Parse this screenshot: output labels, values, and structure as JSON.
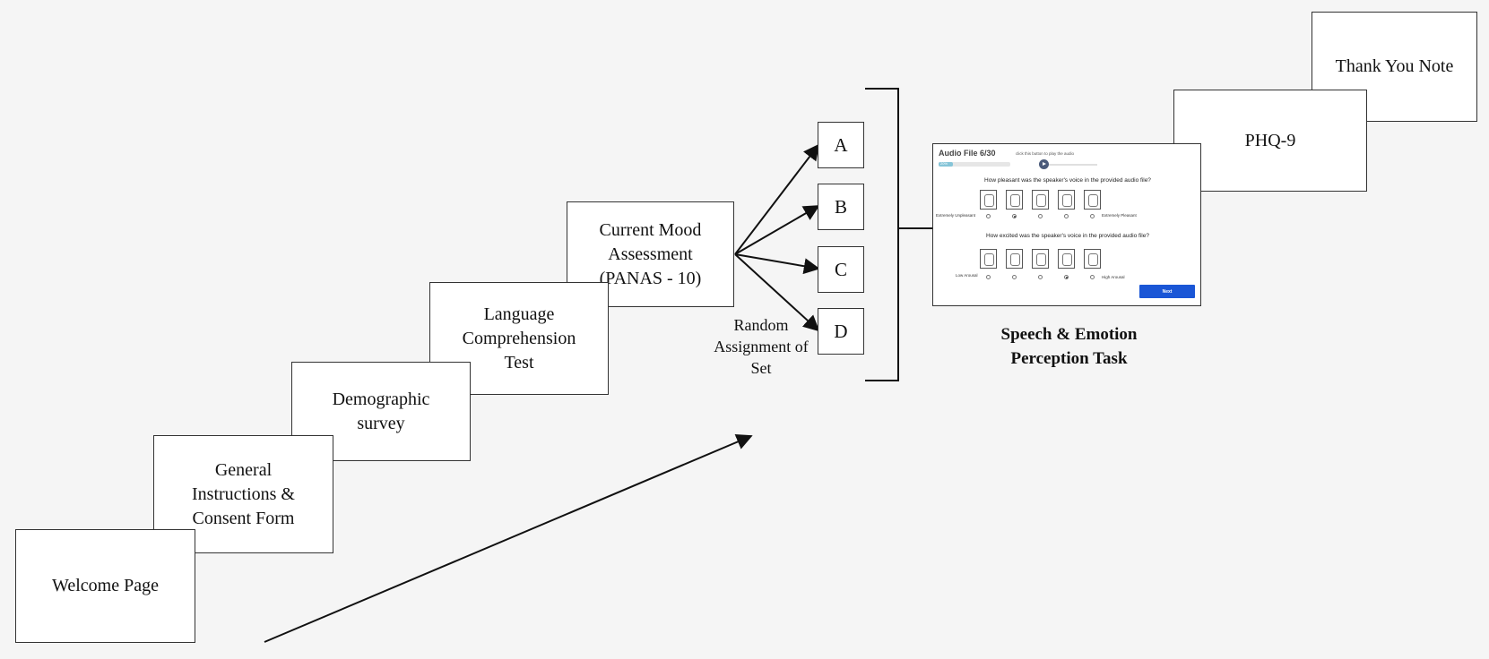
{
  "steps": {
    "welcome": "Welcome Page",
    "consent": "General\nInstructions &\nConsent Form",
    "demographic": "Demographic\nsurvey",
    "language": "Language\nComprehension\nTest",
    "mood": "Current Mood\nAssessment\n(PANAS - 10)",
    "phq": "PHQ-9",
    "thanks": "Thank You Note"
  },
  "random_assignment": "Random\nAssignment of\nSet",
  "sets": [
    "A",
    "B",
    "C",
    "D"
  ],
  "task_title": "Speech & Emotion\nPerception Task",
  "survey": {
    "title": "Audio File 6/30",
    "play_hint": "click this button to play the audio",
    "progress_text": "20%",
    "progress_fraction": 0.2,
    "q1": "How pleasant was the speaker's voice in the provided audio file?",
    "q1_low": "Extremely Unpleasant",
    "q1_high": "Extremely Pleasant",
    "q1_selected_index": 1,
    "q2": "How excited was the speaker's voice in the provided audio file?",
    "q2_low": "Low Arousal",
    "q2_high": "High Arousal",
    "q2_selected_index": 3,
    "next_label": "Next"
  },
  "colors": {
    "background": "#f5f5f5",
    "box_border": "#333333",
    "next_button": "#1a56d6",
    "progress": "#86c5d8"
  }
}
